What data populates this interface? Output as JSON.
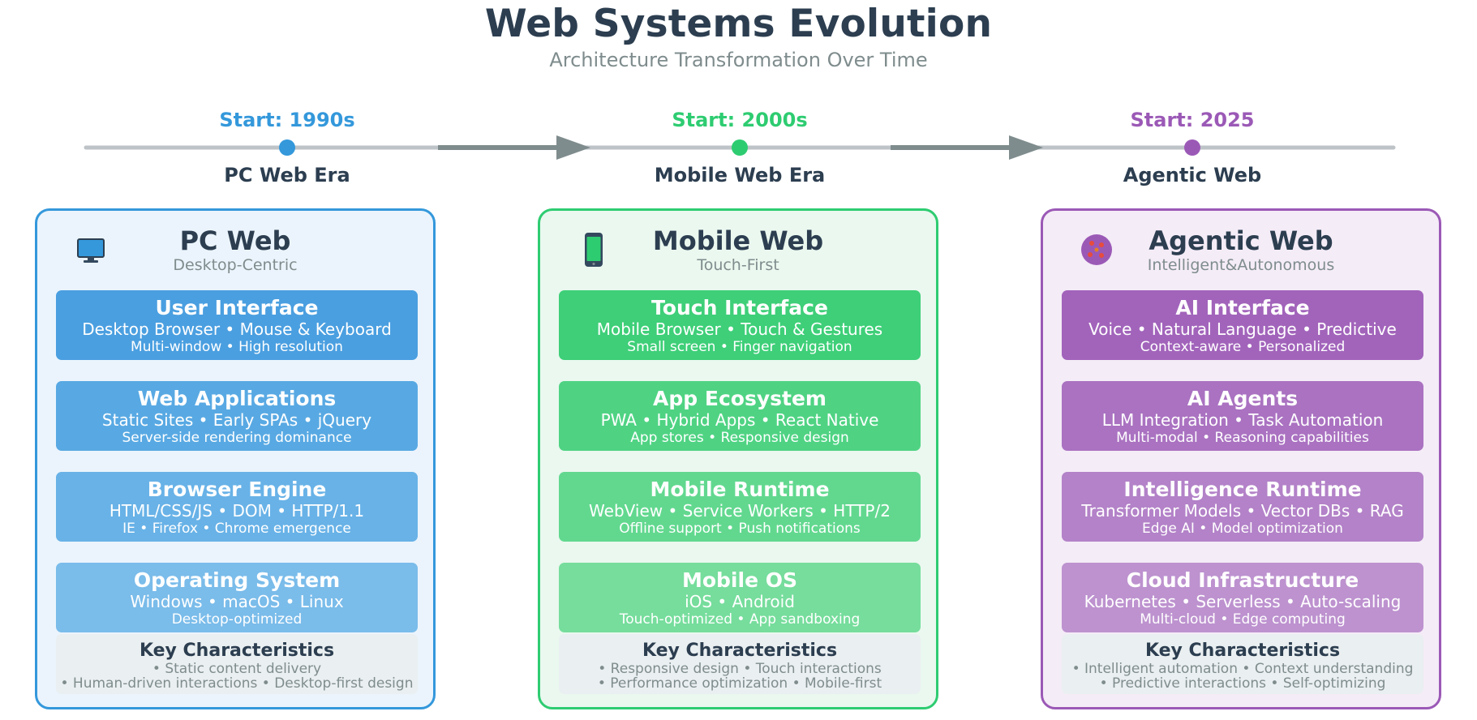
{
  "header": {
    "title": "Web Systems Evolution",
    "subtitle": "Architecture Transformation Over Time"
  },
  "timeline": [
    {
      "start": "Start: 1990s",
      "name": "PC Web Era",
      "color": "#3498db"
    },
    {
      "start": "Start: 2000s",
      "name": "Mobile Web Era",
      "color": "#2ecc71"
    },
    {
      "start": "Start: 2025",
      "name": "Agentic Web",
      "color": "#9b59b6"
    }
  ],
  "colors": {
    "track": "#bdc3c7",
    "arrow": "#7f8c8d",
    "pc_border": "#3498db",
    "mobile_border": "#2ecc71",
    "agentic_border": "#9b59b6"
  },
  "panels": [
    {
      "title": "PC Web",
      "subtitle": "Desktop-Centric",
      "icon": "monitor-icon",
      "layers": [
        {
          "title": "User Interface",
          "tech": "Desktop Browser • Mouse & Keyboard",
          "detail": "Multi-window • High resolution"
        },
        {
          "title": "Web Applications",
          "tech": "Static Sites • Early SPAs • jQuery",
          "detail": "Server-side rendering dominance"
        },
        {
          "title": "Browser Engine",
          "tech": "HTML/CSS/JS • DOM • HTTP/1.1",
          "detail": "IE • Firefox • Chrome emergence"
        },
        {
          "title": "Operating System",
          "tech": "Windows • macOS • Linux",
          "detail": "Desktop-optimized"
        }
      ],
      "key_title": "Key Characteristics",
      "key_lines": [
        "• Static content delivery",
        "• Human-driven interactions • Desktop-first design"
      ]
    },
    {
      "title": "Mobile Web",
      "subtitle": "Touch-First",
      "icon": "smartphone-icon",
      "layers": [
        {
          "title": "Touch Interface",
          "tech": "Mobile Browser • Touch & Gestures",
          "detail": "Small screen • Finger navigation"
        },
        {
          "title": "App Ecosystem",
          "tech": "PWA • Hybrid Apps • React Native",
          "detail": "App stores • Responsive design"
        },
        {
          "title": "Mobile Runtime",
          "tech": "WebView • Service Workers • HTTP/2",
          "detail": "Offline support • Push notifications"
        },
        {
          "title": "Mobile OS",
          "tech": "iOS • Android",
          "detail": "Touch-optimized • App sandboxing"
        }
      ],
      "key_title": "Key Characteristics",
      "key_lines": [
        "• Responsive design • Touch interactions",
        "• Performance optimization • Mobile-first"
      ]
    },
    {
      "title": "Agentic Web",
      "subtitle": "Intelligent&Autonomous",
      "icon": "ai-network-icon",
      "layers": [
        {
          "title": "AI Interface",
          "tech": "Voice • Natural Language • Predictive",
          "detail": "Context-aware • Personalized"
        },
        {
          "title": "AI Agents",
          "tech": "LLM Integration • Task Automation",
          "detail": "Multi-modal • Reasoning capabilities"
        },
        {
          "title": "Intelligence Runtime",
          "tech": "Transformer Models • Vector DBs • RAG",
          "detail": "Edge AI • Model optimization"
        },
        {
          "title": "Cloud Infrastructure",
          "tech": "Kubernetes • Serverless • Auto-scaling",
          "detail": "Multi-cloud • Edge computing"
        }
      ],
      "key_title": "Key Characteristics",
      "key_lines": [
        "• Intelligent automation • Context understanding",
        "• Predictive interactions • Self-optimizing"
      ]
    }
  ]
}
